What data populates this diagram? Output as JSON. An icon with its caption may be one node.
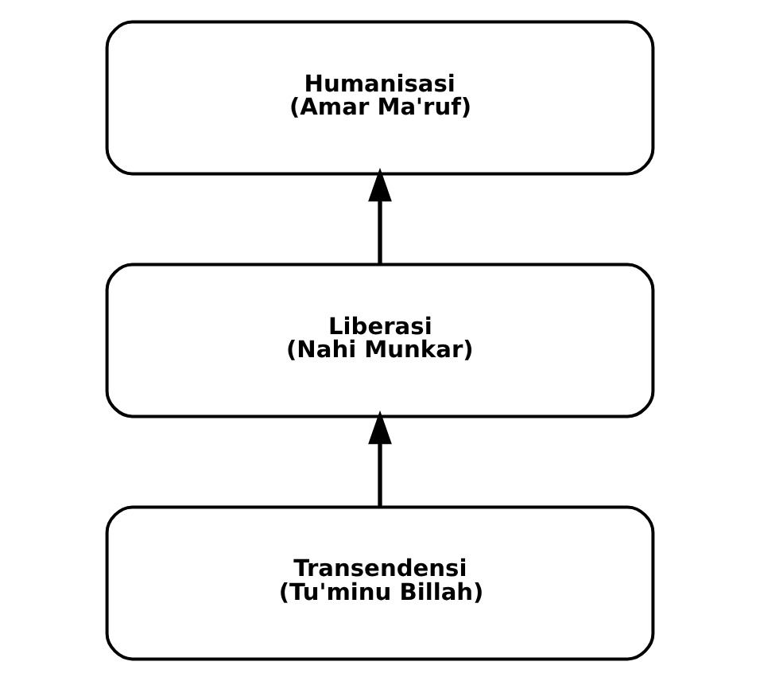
{
  "diagram": {
    "nodes": [
      {
        "text": [
          "Humanisasi",
          "(Amar Ma'ruf)"
        ]
      },
      {
        "text": [
          "Liberasi",
          "(Nahi Munkar)"
        ]
      },
      {
        "text": [
          "Transendensi",
          "(Tu'minu Billah)"
        ]
      }
    ],
    "edges": [
      {
        "from": 2,
        "to": 1,
        "arrow": "to"
      },
      {
        "from": 1,
        "to": 0,
        "arrow": "to"
      }
    ]
  }
}
